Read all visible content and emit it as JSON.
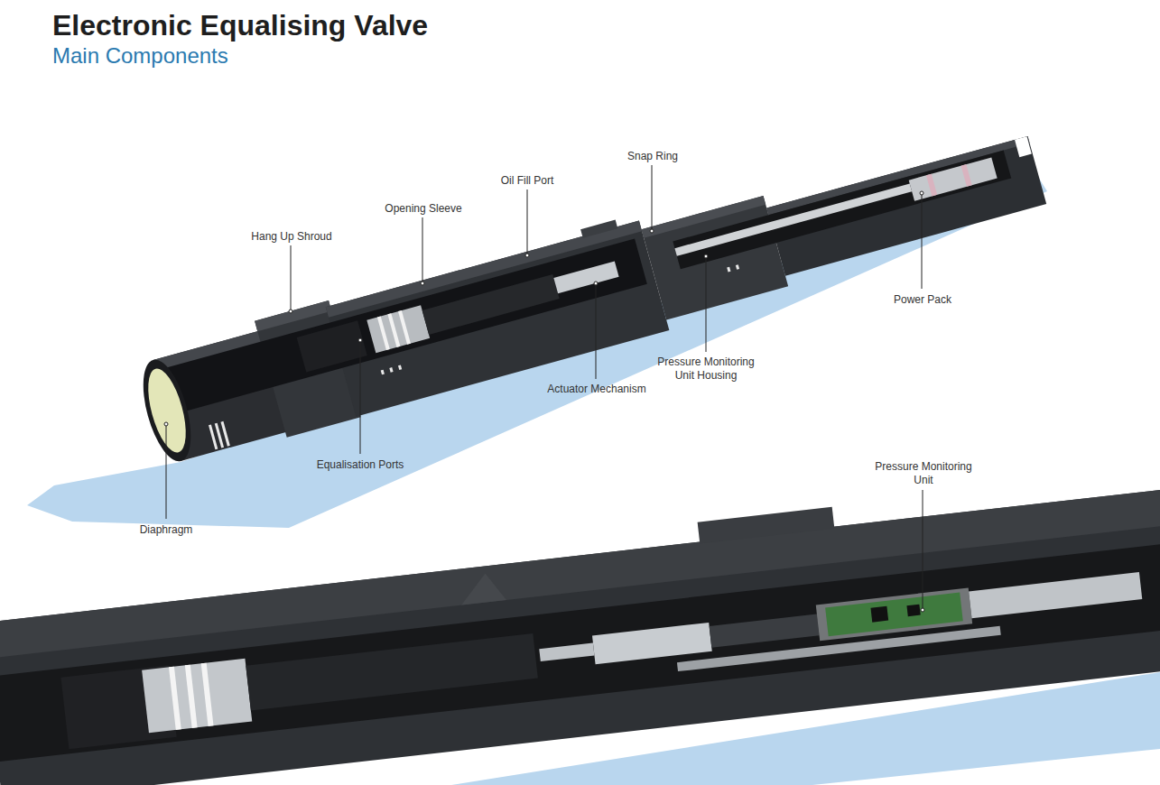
{
  "diagram": {
    "title": "Electronic Equalising Valve",
    "labels": [
      "Main Components",
      "Hang Up Shroud",
      "Opening Sleeve",
      "Oil Fill Port",
      "Snap Ring",
      "Power Pack",
      "Pressure Monitoring Unit Housing",
      "Actuator Mechanism",
      "Equalisation Ports",
      "Diaphragm",
      "Pressure Monitoring Unit"
    ]
  }
}
